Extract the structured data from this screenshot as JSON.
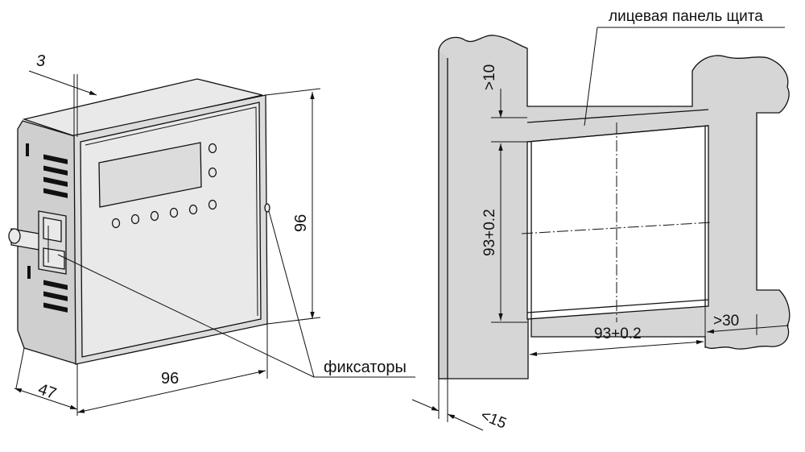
{
  "labels": {
    "front_panel": "лицевая панель щита",
    "latches": "фиксаторы",
    "offset_3": "3",
    "width_96": "96",
    "height_96": "96",
    "depth_47": "47",
    "gap_top": ">10",
    "cutout_height": "93+0.2",
    "cutout_width": "93+0.2",
    "gap_right": ">30",
    "panel_thickness": "<15"
  }
}
